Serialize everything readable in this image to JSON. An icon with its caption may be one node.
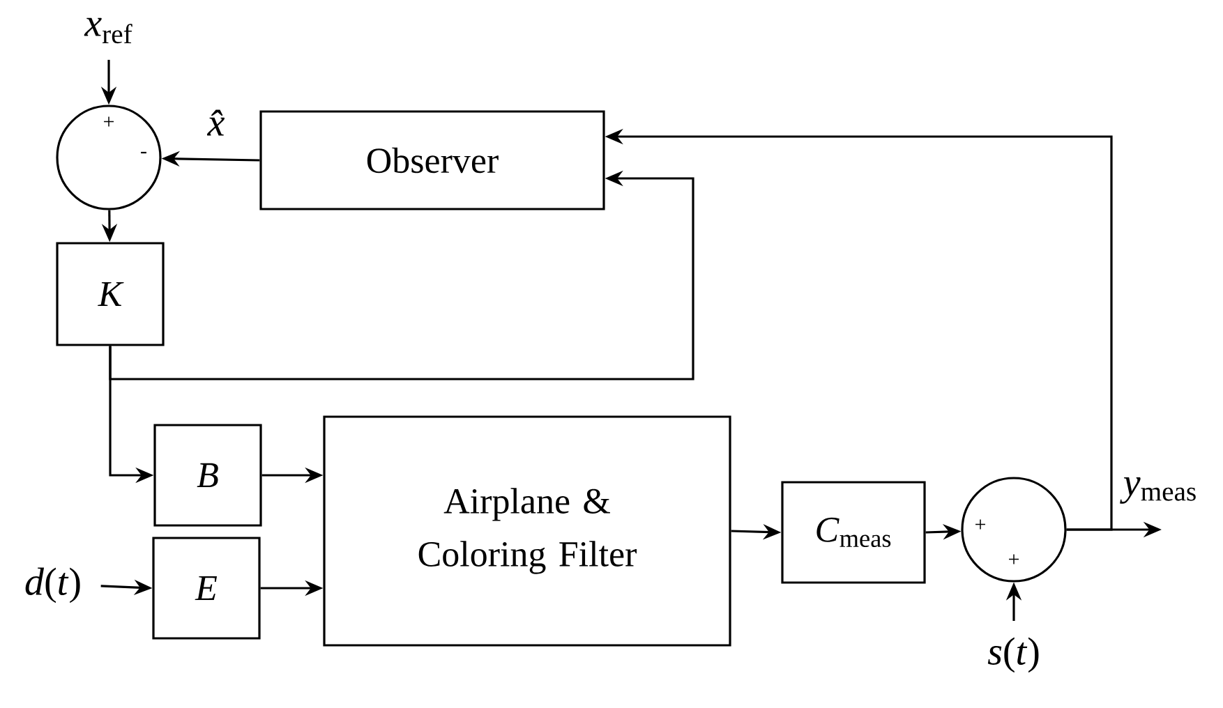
{
  "diagram": {
    "nodes": [
      {
        "text": [
          "*x*$_{ref}$"
        ]
      },
      {
        "text": [
          "+",
          "-"
        ]
      },
      {
        "text": [
          "Observer"
        ]
      },
      {
        "text": [
          "K"
        ]
      },
      {
        "text": [
          "B"
        ]
      },
      {
        "text": [
          "E"
        ]
      },
      {
        "text": [
          "Airplane & Coloring Filter"
        ]
      },
      {
        "text": [
          "*C*$_{meas}$"
        ]
      },
      {
        "text": [
          "+",
          "+"
        ]
      },
      {
        "text": [
          "*d*(*t*)"
        ]
      },
      {
        "text": [
          "*s*(*t*)"
        ]
      }
    ],
    "edges": [
      {
        "from": 0,
        "to": 1,
        "arrow": "to"
      },
      {
        "from": 2,
        "to": 1,
        "arrow": "to",
        "label": "x̂"
      },
      {
        "from": 1,
        "to": 3,
        "arrow": "to"
      },
      {
        "from": 3,
        "to": 4,
        "arrow": "to"
      },
      {
        "from": 3,
        "to": 2,
        "arrow": "to"
      },
      {
        "from": 9,
        "to": 5,
        "arrow": "to"
      },
      {
        "from": 4,
        "to": 6,
        "arrow": "to"
      },
      {
        "from": 5,
        "to": 6,
        "arrow": "to"
      },
      {
        "from": 6,
        "to": 7,
        "arrow": "to"
      },
      {
        "from": 7,
        "to": 8,
        "arrow": "to"
      },
      {
        "from": 10,
        "to": 8,
        "arrow": "to"
      },
      {
        "from": 8,
        "to": null,
        "arrow": "to",
        "label": "*y*$_{meas}$"
      },
      {
        "from": 8,
        "to": 2,
        "arrow": "to"
      }
    ]
  }
}
